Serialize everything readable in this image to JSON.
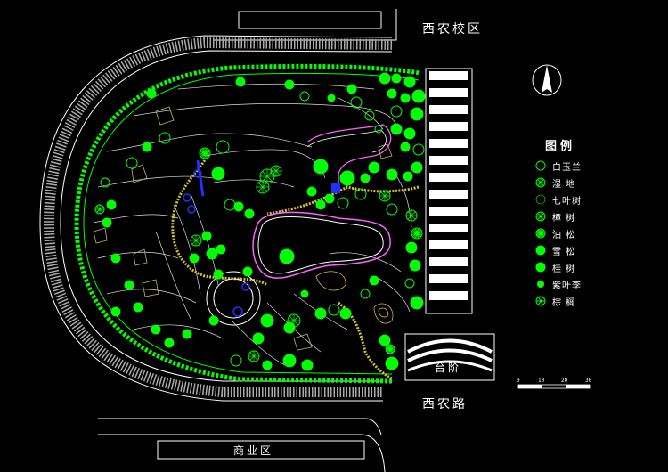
{
  "labels": {
    "west_campus": "西农校区",
    "west_road": "西农路",
    "commercial": "商业区",
    "steps": "台阶"
  },
  "legend": {
    "title": "图例",
    "items": [
      {
        "name": "白玉兰",
        "icon": "circle-outline-icon"
      },
      {
        "name": "湿 地",
        "icon": "starburst-outline-icon"
      },
      {
        "name": "七叶树",
        "icon": "circle-thin-icon"
      },
      {
        "name": "樟 树",
        "icon": "hatched-circle-icon"
      },
      {
        "name": "油 松",
        "icon": "spiky-circle-icon"
      },
      {
        "name": "雪 松",
        "icon": "filled-circle-icon"
      },
      {
        "name": "桂 树",
        "icon": "filled-circle-icon"
      },
      {
        "name": "紫叶李",
        "icon": "small-filled-circle-icon"
      },
      {
        "name": "棕 榈",
        "icon": "palm-icon"
      }
    ]
  },
  "scale_bar": {
    "ticks": [
      "0",
      "10",
      "20",
      "30"
    ]
  },
  "colors": {
    "background": "#000000",
    "green": "#00ff00",
    "white": "#ffffff",
    "yellow": "#d8c030",
    "magenta": "#ff60ff",
    "blue": "#2030ff"
  }
}
